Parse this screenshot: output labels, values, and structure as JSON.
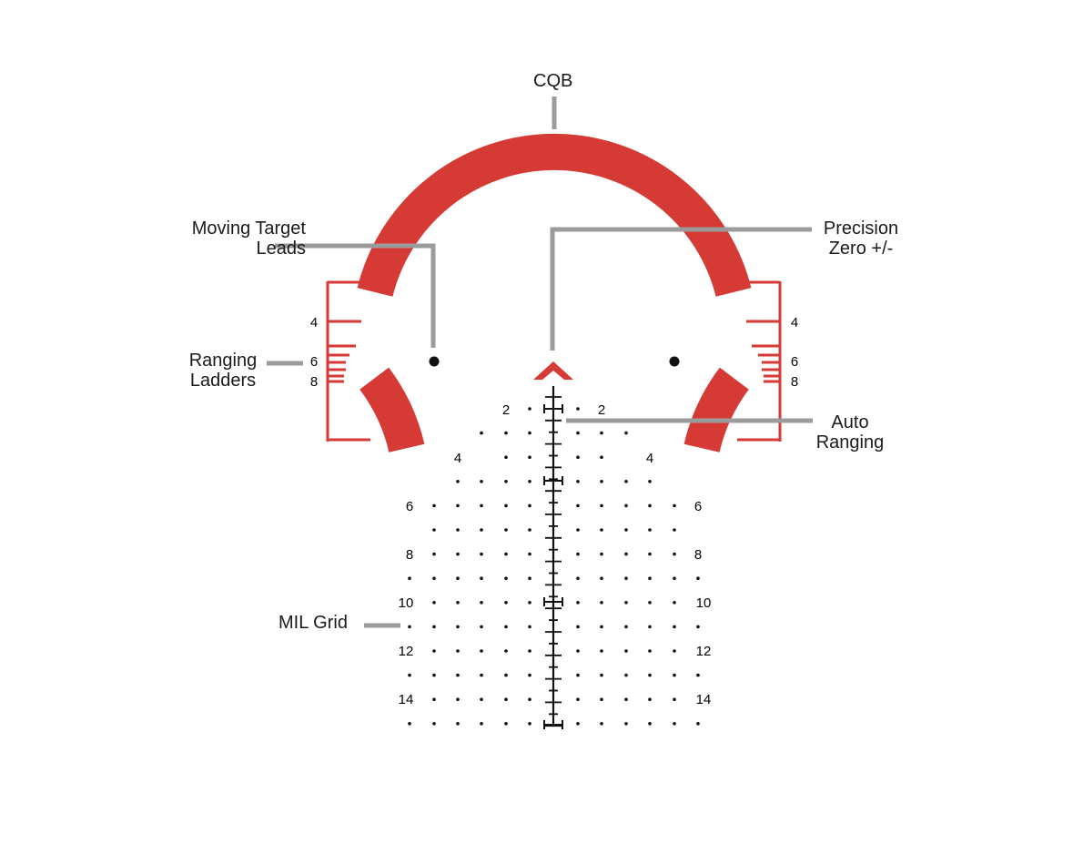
{
  "colors": {
    "reticle_red": "#d63a35",
    "leader_gray": "#9b9b9b",
    "ink": "#111111"
  },
  "callouts": {
    "cqb": "CQB",
    "moving_target_leads": [
      "Moving Target",
      "Leads"
    ],
    "precision_zero": [
      "Precision",
      "Zero +/-"
    ],
    "ranging_ladders": [
      "Ranging",
      "Ladders"
    ],
    "auto_ranging": [
      "Auto",
      "Ranging"
    ],
    "mil_grid": "MIL Grid"
  },
  "ladders": {
    "labels": [
      "4",
      "6",
      "8"
    ]
  },
  "grid": {
    "labels": [
      "2",
      "4",
      "6",
      "8",
      "10",
      "12",
      "14"
    ]
  }
}
